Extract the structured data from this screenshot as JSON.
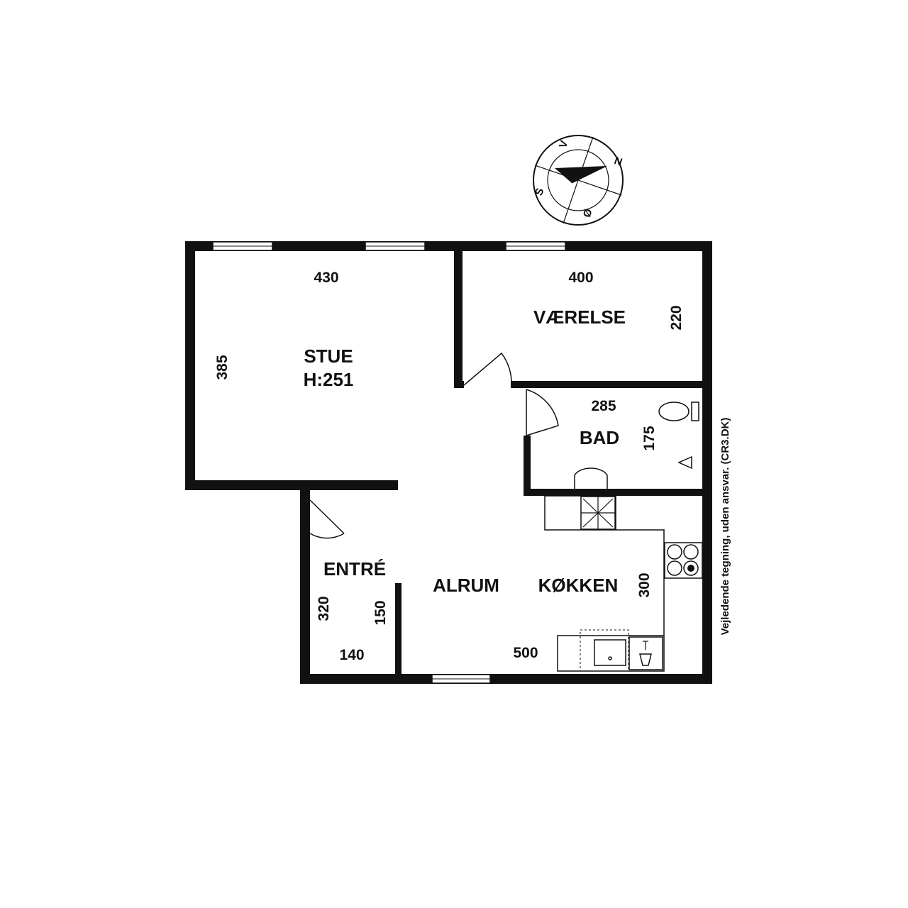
{
  "compass": {
    "north": "N",
    "south": "S",
    "east": "Ø",
    "west": "V"
  },
  "rooms": {
    "stue": {
      "name": "STUE",
      "height": "H:251",
      "width": "430",
      "depth": "385"
    },
    "vaerelse": {
      "name": "VÆRELSE",
      "width": "400",
      "depth": "220"
    },
    "bad": {
      "name": "BAD",
      "width": "285",
      "depth": "175"
    },
    "entre": {
      "name": "ENTRÉ",
      "width": "140",
      "depth": "320",
      "inner": "150"
    },
    "alrum": {
      "name": "ALRUM"
    },
    "koekken": {
      "name": "KØKKEN",
      "width": "500",
      "depth": "300"
    }
  },
  "disclaimer": "Vejledende tegning, uden ansvar. (CR3.DK)"
}
